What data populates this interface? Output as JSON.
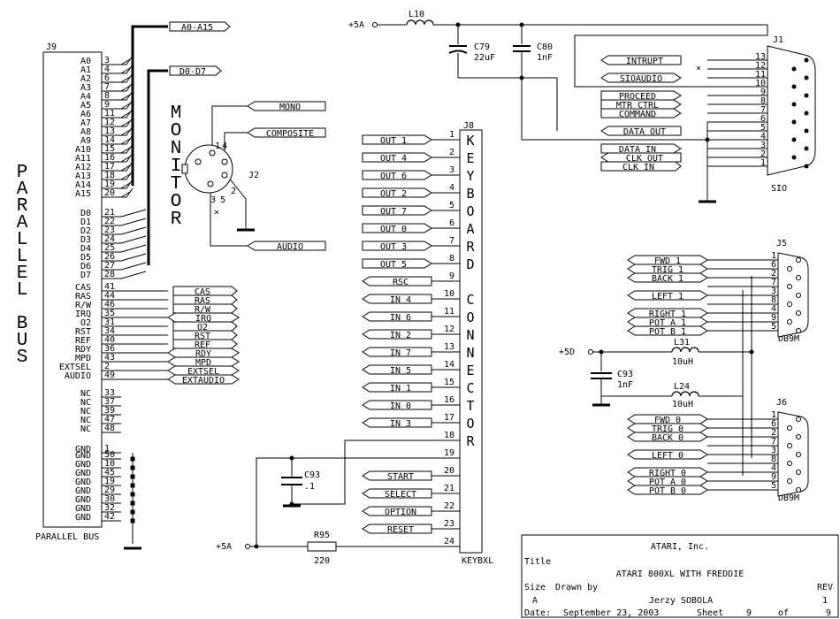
{
  "parallel_bus": {
    "ref": "J9",
    "vertical_label": [
      "P",
      "A",
      "R",
      "A",
      "L",
      "L",
      "E",
      "L",
      "",
      "B",
      "U",
      "S"
    ],
    "bottom_label": "PARALLEL BUS",
    "pins": [
      {
        "name": "A0",
        "pin": "3"
      },
      {
        "name": "A1",
        "pin": "4"
      },
      {
        "name": "A2",
        "pin": "6"
      },
      {
        "name": "A3",
        "pin": "7"
      },
      {
        "name": "A4",
        "pin": "8"
      },
      {
        "name": "A5",
        "pin": "9"
      },
      {
        "name": "A6",
        "pin": "11"
      },
      {
        "name": "A7",
        "pin": "12"
      },
      {
        "name": "A8",
        "pin": "13"
      },
      {
        "name": "A9",
        "pin": "14"
      },
      {
        "name": "A10",
        "pin": "15"
      },
      {
        "name": "A11",
        "pin": "16"
      },
      {
        "name": "A12",
        "pin": "17"
      },
      {
        "name": "A13",
        "pin": "18"
      },
      {
        "name": "A14",
        "pin": "19"
      },
      {
        "name": "A15",
        "pin": "20"
      },
      {
        "name": "D0",
        "pin": "21"
      },
      {
        "name": "D1",
        "pin": "22"
      },
      {
        "name": "D2",
        "pin": "23"
      },
      {
        "name": "D3",
        "pin": "24"
      },
      {
        "name": "D4",
        "pin": "25"
      },
      {
        "name": "D5",
        "pin": "26"
      },
      {
        "name": "D6",
        "pin": "27"
      },
      {
        "name": "D7",
        "pin": "28"
      },
      {
        "name": "CAS",
        "pin": "41"
      },
      {
        "name": "RAS",
        "pin": "44"
      },
      {
        "name": "R/W",
        "pin": "46"
      },
      {
        "name": "IRQ",
        "pin": "35"
      },
      {
        "name": "O2",
        "pin": "31"
      },
      {
        "name": "RST",
        "pin": "34"
      },
      {
        "name": "REF",
        "pin": "40"
      },
      {
        "name": "RDY",
        "pin": "36"
      },
      {
        "name": "MPD",
        "pin": "43"
      },
      {
        "name": "EXTSEL",
        "pin": "2"
      },
      {
        "name": "AUDIO",
        "pin": "49"
      },
      {
        "name": "NC",
        "pin": "33"
      },
      {
        "name": "NC",
        "pin": "37"
      },
      {
        "name": "NC",
        "pin": "39"
      },
      {
        "name": "NC",
        "pin": "47"
      },
      {
        "name": "NC",
        "pin": "48"
      },
      {
        "name": "GND",
        "pin": "1"
      },
      {
        "name": "GND",
        "pin": "50"
      },
      {
        "name": "GND",
        "pin": "10"
      },
      {
        "name": "GND",
        "pin": "45"
      },
      {
        "name": "GND",
        "pin": "19"
      },
      {
        "name": "GND",
        "pin": "29"
      },
      {
        "name": "GND",
        "pin": "30"
      },
      {
        "name": "GND",
        "pin": "32"
      },
      {
        "name": "GND",
        "pin": "42"
      }
    ],
    "bus_ports": [
      "A0-A15",
      "D0-D7"
    ],
    "ctrl_ports": [
      "CAS",
      "RAS",
      "R/W",
      "IRQ",
      "O2",
      "RST",
      "REF",
      "RDY",
      "MPD",
      "EXTSEL",
      "EXTAUDIO"
    ]
  },
  "monitor": {
    "ref": "J2",
    "vertical_label": [
      "M",
      "O",
      "N",
      "I",
      "T",
      "O",
      "R"
    ],
    "ports": [
      "MONO",
      "COMPOSITE",
      "AUDIO"
    ],
    "pin_labels": [
      "1",
      "4",
      "2",
      "3",
      "5"
    ]
  },
  "keyboard": {
    "ref": "J8",
    "vertical_label": [
      "K",
      "E",
      "Y",
      "B",
      "O",
      "A",
      "R",
      "D",
      "",
      "C",
      "O",
      "N",
      "N",
      "E",
      "C",
      "T",
      "O",
      "R"
    ],
    "bottom_label": "KEYBXL",
    "pins": [
      {
        "signal": "OUT 1",
        "pin": "1"
      },
      {
        "signal": "OUT 4",
        "pin": "2"
      },
      {
        "signal": "OUT 6",
        "pin": "3"
      },
      {
        "signal": "OUT 2",
        "pin": "4"
      },
      {
        "signal": "OUT 7",
        "pin": "5"
      },
      {
        "signal": "OUT 0",
        "pin": "6"
      },
      {
        "signal": "OUT 3",
        "pin": "7"
      },
      {
        "signal": "OUT 5",
        "pin": "8"
      },
      {
        "signal": "RSC",
        "pin": "9"
      },
      {
        "signal": "IN 4",
        "pin": "10"
      },
      {
        "signal": "IN 6",
        "pin": "11"
      },
      {
        "signal": "IN 2",
        "pin": "12"
      },
      {
        "signal": "IN 7",
        "pin": "13"
      },
      {
        "signal": "IN 5",
        "pin": "14"
      },
      {
        "signal": "IN 1",
        "pin": "15"
      },
      {
        "signal": "IN 0",
        "pin": "16"
      },
      {
        "signal": "IN 3",
        "pin": "17"
      },
      {
        "signal": "",
        "pin": "18"
      },
      {
        "signal": "",
        "pin": "19"
      },
      {
        "signal": "START",
        "pin": "20"
      },
      {
        "signal": "SELECT",
        "pin": "21"
      },
      {
        "signal": "OPTION",
        "pin": "22"
      },
      {
        "signal": "RESET",
        "pin": "23"
      },
      {
        "signal": "",
        "pin": "24"
      }
    ]
  },
  "power": {
    "vcc_top": "+5A",
    "vcc_bottom": "+5A",
    "vcc_d": "+5D",
    "inductor_top": "L10",
    "c79": {
      "ref": "C79",
      "value": "22uF"
    },
    "c80": {
      "ref": "C80",
      "value": "1nF"
    },
    "c93_kb": {
      "ref": "C93",
      "value": ".1"
    },
    "r95": {
      "ref": "R95",
      "value": "220"
    },
    "c93_joy": {
      "ref": "C93",
      "value": "1nF"
    },
    "l31": {
      "ref": "L31",
      "value": "10uH"
    },
    "l24": {
      "ref": "L24",
      "value": "10uH"
    }
  },
  "sio": {
    "ref": "J1",
    "bottom_label": "SIO",
    "pin_numbers": [
      "13",
      "12",
      "11",
      "10",
      "9",
      "8",
      "7",
      "6",
      "5",
      "4",
      "3",
      "2",
      "1"
    ],
    "signals": [
      "INTRUPT",
      "SIOAUDIO",
      "PROCEED",
      "MTR CTRL",
      "COMMAND",
      "DATA OUT",
      "DATA IN",
      "CLK OUT",
      "CLK IN"
    ]
  },
  "j5": {
    "ref": "J5",
    "type": "DB9M",
    "signals": [
      "FWD 1",
      "TRIG 1",
      "BACK 1",
      "LEFT 1",
      "RIGHT 1",
      "POT A 1",
      "POT B 1"
    ],
    "pin_numbers": [
      "1",
      "6",
      "2",
      "7",
      "3",
      "8",
      "4",
      "9",
      "5"
    ]
  },
  "j6": {
    "ref": "J6",
    "type": "DB9M",
    "signals": [
      "FWD 0",
      "TRIG 0",
      "BACK 0",
      "LEFT 0",
      "RIGHT 0",
      "POT A 0",
      "POT B 0"
    ],
    "pin_numbers": [
      "1",
      "6",
      "2",
      "7",
      "3",
      "8",
      "4",
      "9",
      "5"
    ]
  },
  "title_block": {
    "company": "ATARI, Inc.",
    "title_label": "Title",
    "title": "ATARI 800XL WITH FREDDIE",
    "size_label": "Size",
    "size": "A",
    "drawn_label": "Drawn by",
    "drawn": "Jerzy SOBOLA",
    "rev_label": "REV",
    "rev": "1",
    "date_label": "Date:",
    "date": "September 23, 2003",
    "sheet_label": "Sheet",
    "sheet": "9",
    "of_label": "of",
    "of": "9"
  }
}
